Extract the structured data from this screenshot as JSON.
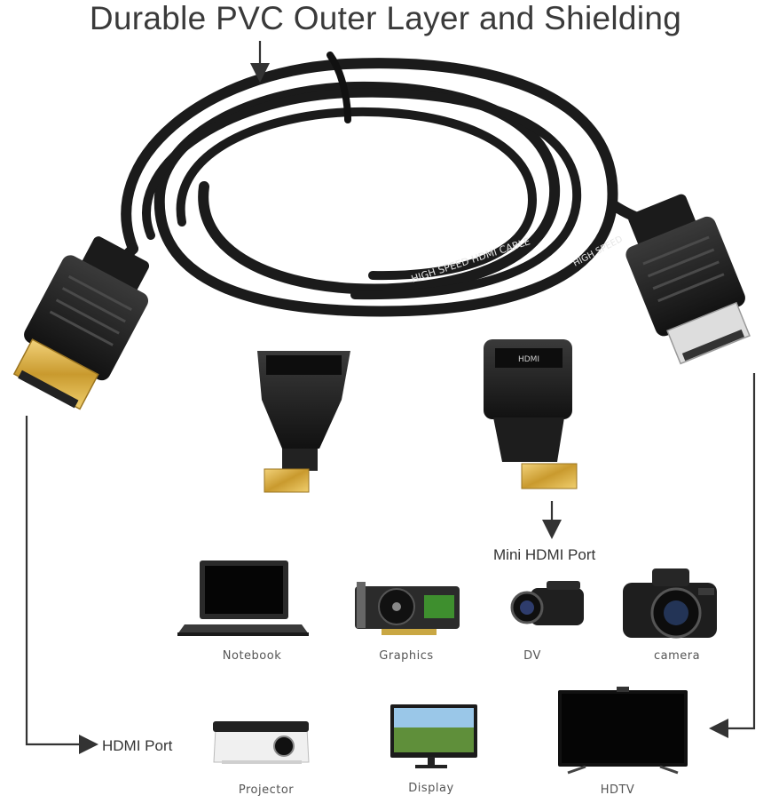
{
  "title": "Durable PVC Outer Layer and Shielding",
  "cable": {
    "print_1": "HIGH   SPEED   HDMI   CABLE",
    "print_2": "HIGH   SPEED"
  },
  "adapters": {
    "mini_label": "HDMI"
  },
  "ports": {
    "mini_hdmi": "Mini HDMI Port",
    "hdmi": "HDMI Port"
  },
  "devices": {
    "notebook": "Notebook",
    "graphics": "Graphics",
    "dv": "DV",
    "camera": "camera",
    "projector": "Projector",
    "display": "Display",
    "hdtv": "HDTV"
  },
  "icons": [
    "hdmi-cable-icon",
    "micro-hdmi-adapter-icon",
    "mini-hdmi-adapter-icon",
    "notebook-icon",
    "graphics-card-icon",
    "camcorder-icon",
    "camera-icon",
    "projector-icon",
    "display-icon",
    "hdtv-icon"
  ],
  "colors": {
    "cable": "#1a1a1a",
    "connector_gold": "#d4a93c",
    "arrow": "#333333"
  }
}
